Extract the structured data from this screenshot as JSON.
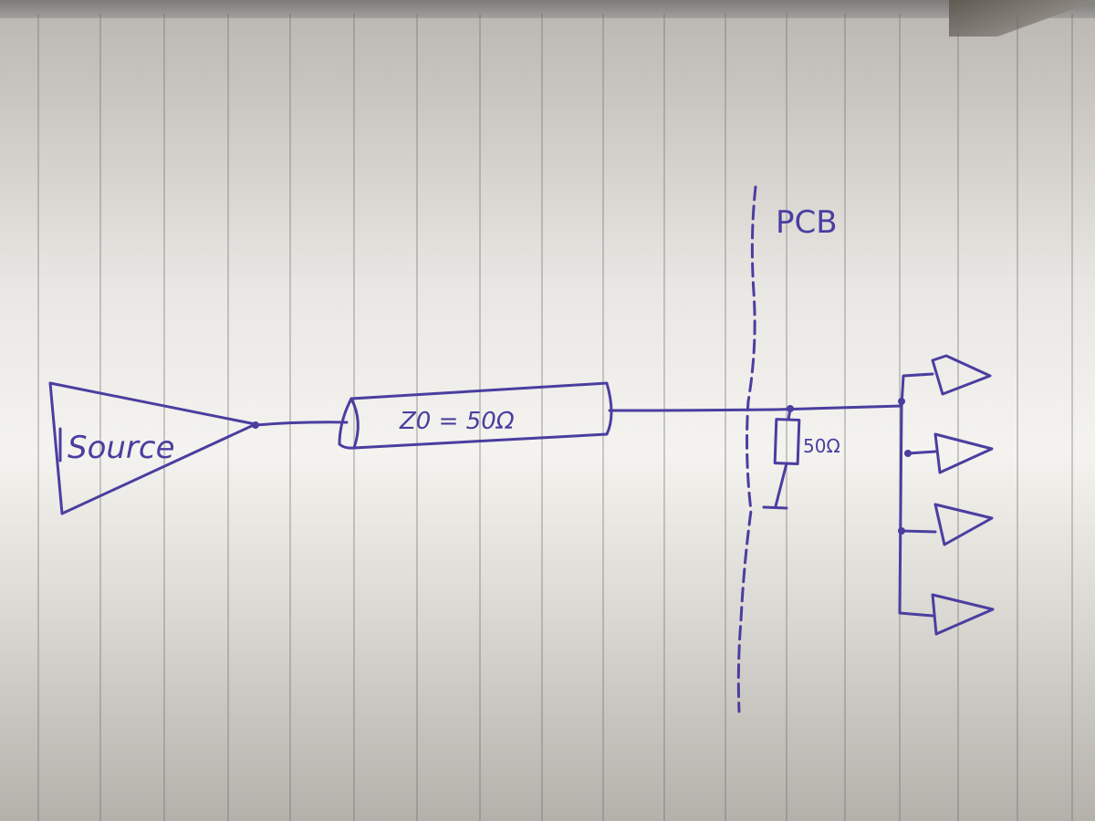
{
  "labels": {
    "source": "Source",
    "transmission_line": "Z0 = 50Ω",
    "pcb": "PCB",
    "resistor_value": "50Ω"
  },
  "receiver_count": 4,
  "colors": {
    "ink": "#4a3ea0",
    "paper": "#f4f3ef",
    "rule_line": "#6d6c6c"
  }
}
